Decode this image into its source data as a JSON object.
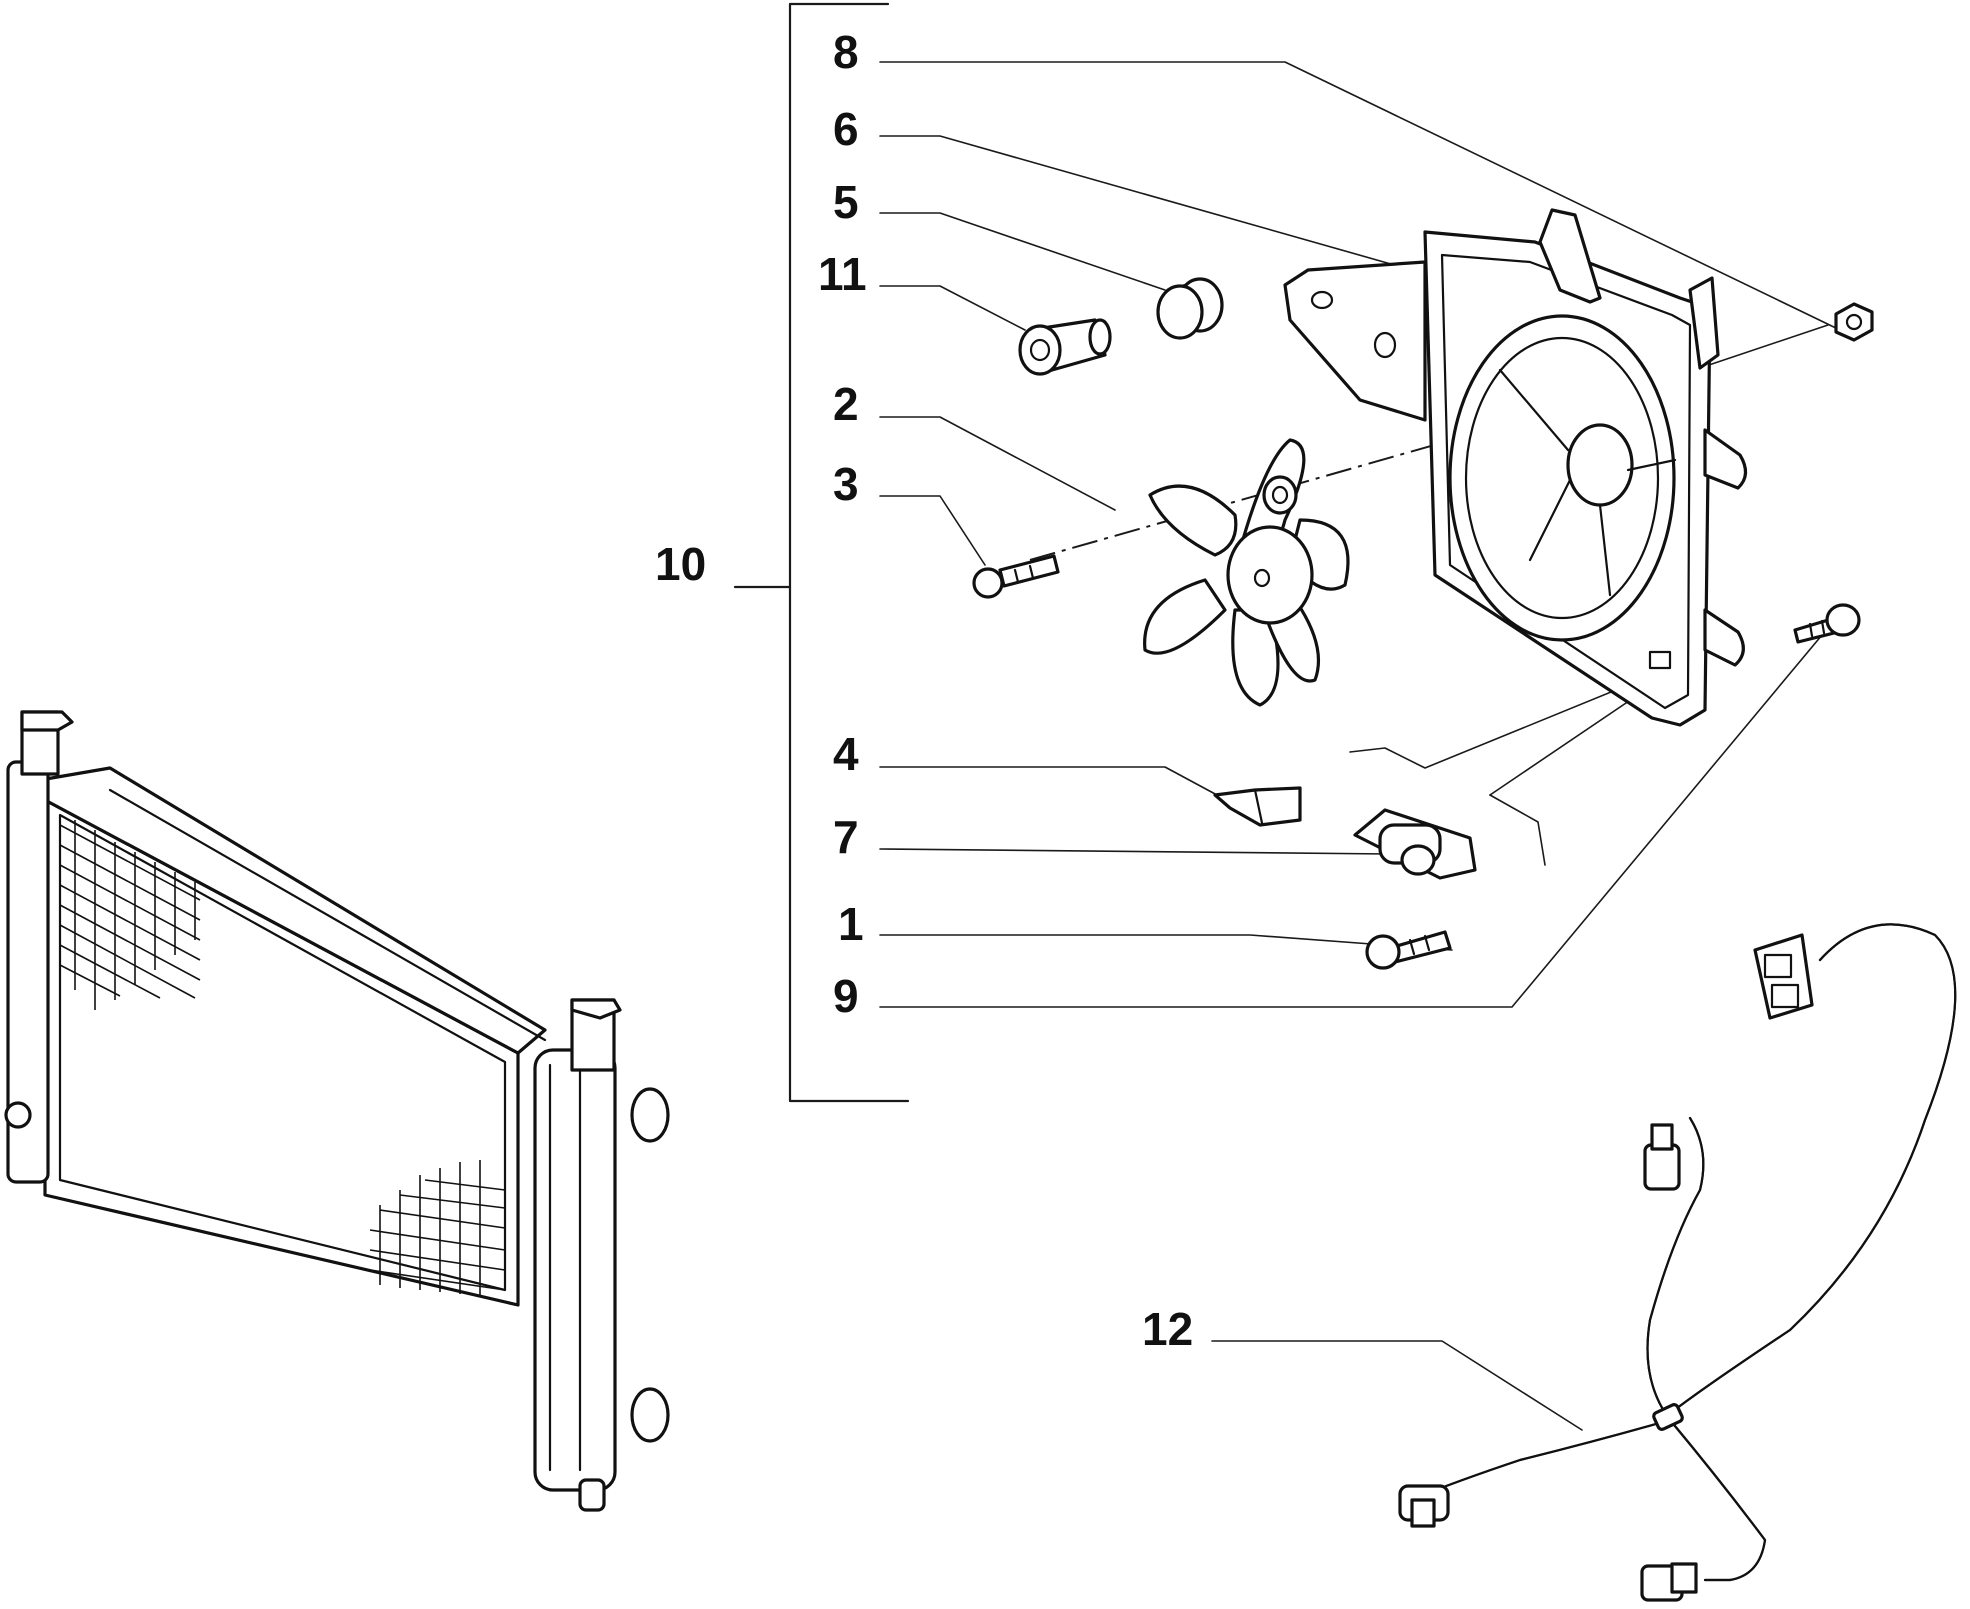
{
  "diagram": {
    "callouts": {
      "c8": "8",
      "c6": "6",
      "c5": "5",
      "c11": "11",
      "c2": "2",
      "c3": "3",
      "c10": "10",
      "c4": "4",
      "c7": "7",
      "c1": "1",
      "c9": "9",
      "c12": "12"
    },
    "parts": [
      "radiator",
      "fan-shroud",
      "fan-blade",
      "screw",
      "spacer",
      "bushing",
      "nut",
      "clip",
      "resistor",
      "bolt",
      "wiring-harness"
    ]
  }
}
